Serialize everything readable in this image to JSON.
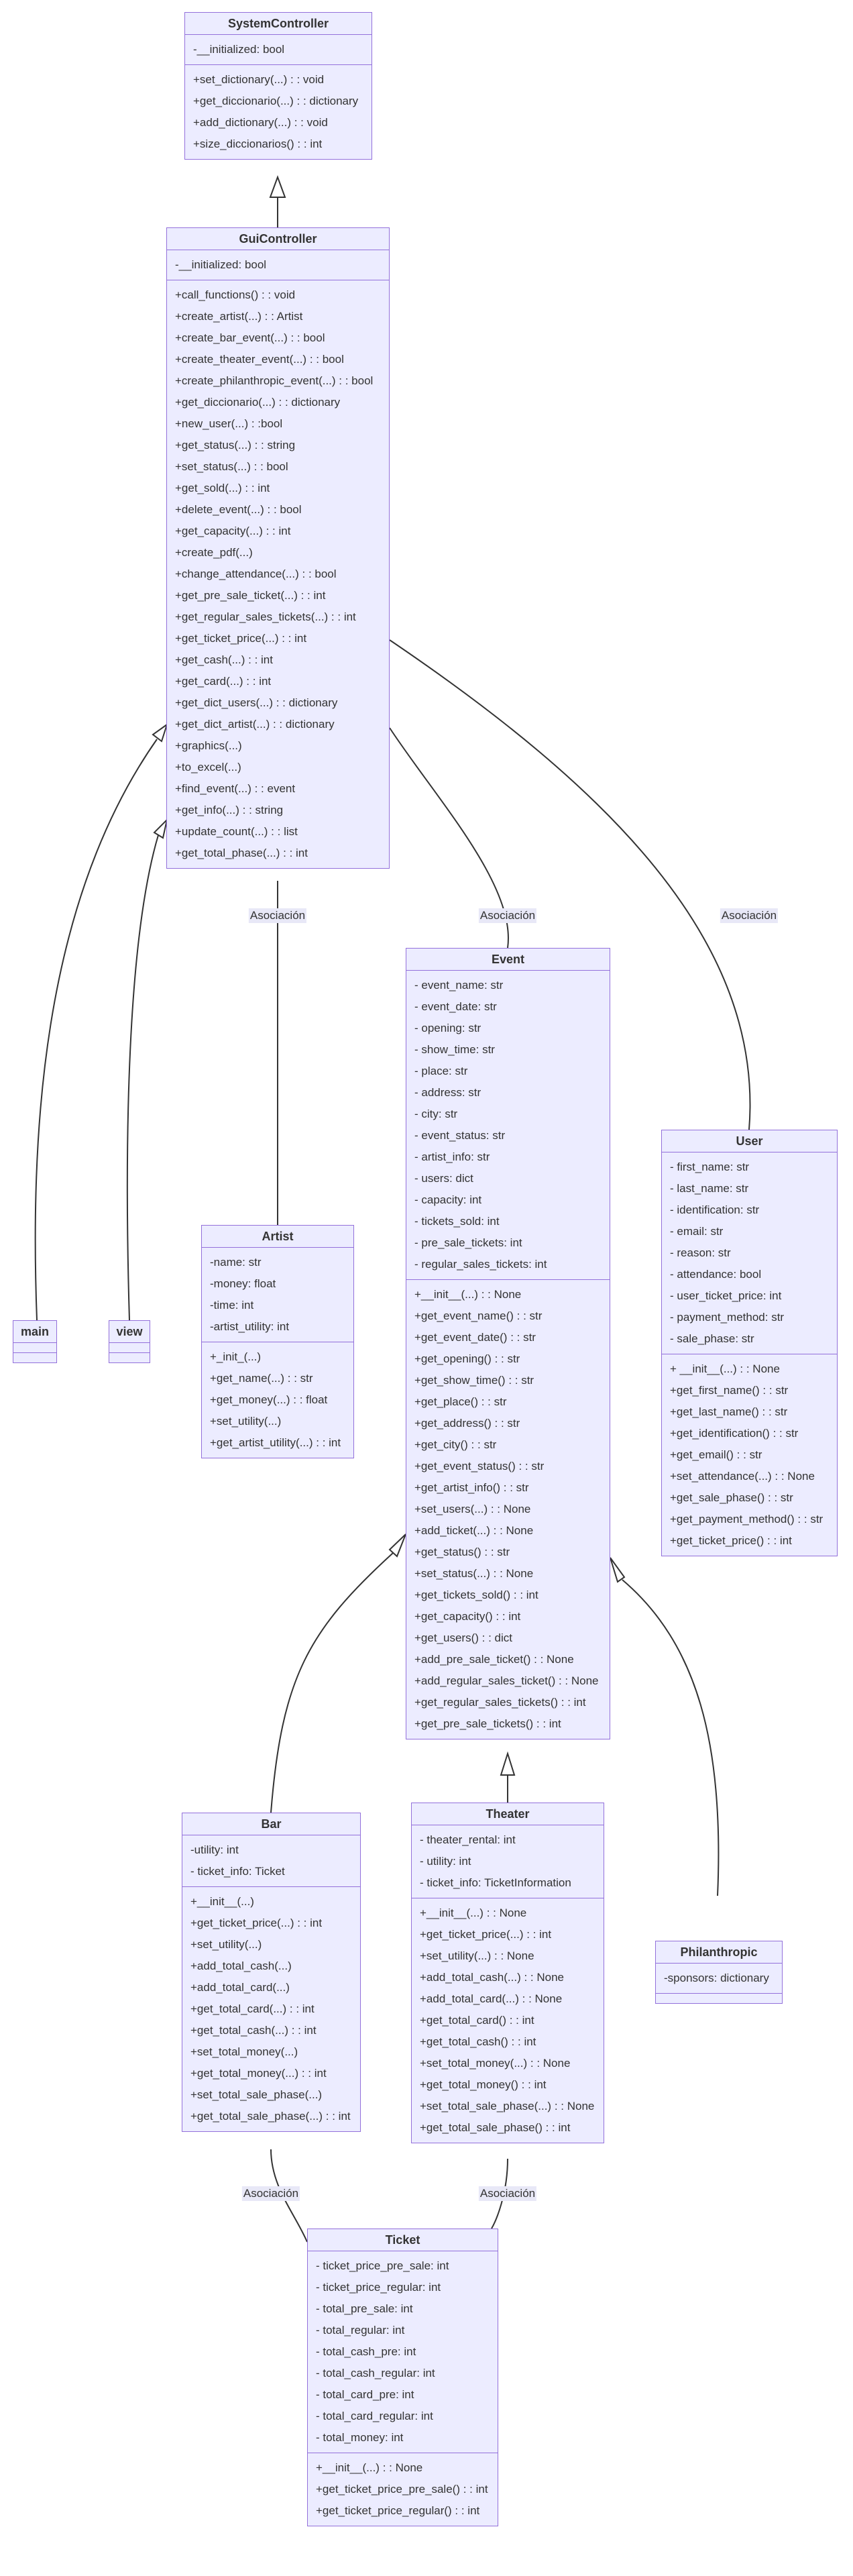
{
  "classes": {
    "system_controller": {
      "name": "SystemController",
      "attributes": [
        "-__initialized: bool"
      ],
      "methods": [
        "+set_dictionary(...) : : void",
        "+get_diccionario(...) : : dictionary",
        "+add_dictionary(...) : : void",
        "+size_diccionarios() : : int"
      ]
    },
    "gui_controller": {
      "name": "GuiController",
      "attributes": [
        "-__initialized: bool"
      ],
      "methods": [
        "+call_functions() : : void",
        "+create_artist(...) : : Artist",
        "+create_bar_event(...) : : bool",
        "+create_theater_event(...) : : bool",
        "+create_philanthropic_event(...) : : bool",
        "+get_diccionario(...) : : dictionary",
        "+new_user(...) : :bool",
        "+get_status(...) : : string",
        "+set_status(...) : : bool",
        "+get_sold(...) : : int",
        "+delete_event(...) : : bool",
        "+get_capacity(...) : : int",
        "+create_pdf(...)",
        "+change_attendance(...) : : bool",
        "+get_pre_sale_ticket(...) : : int",
        "+get_regular_sales_tickets(...) : : int",
        "+get_ticket_price(...) : : int",
        "+get_cash(...) : : int",
        "+get_card(...) : : int",
        "+get_dict_users(...) : : dictionary",
        "+get_dict_artist(...) : : dictionary",
        "+graphics(...)",
        "+to_excel(...)",
        "+find_event(...) : : event",
        "+get_info(...) : : string",
        "+update_count(...) : : list",
        "+get_total_phase(...) : : int"
      ]
    },
    "event": {
      "name": "Event",
      "attributes": [
        "- event_name: str",
        "- event_date: str",
        "- opening: str",
        "- show_time: str",
        "- place: str",
        "- address: str",
        "- city: str",
        "- event_status: str",
        "- artist_info: str",
        "- users: dict",
        "- capacity: int",
        "- tickets_sold: int",
        "- pre_sale_tickets: int",
        "- regular_sales_tickets: int"
      ],
      "methods": [
        "+__init__(...) : : None",
        "+get_event_name() : : str",
        "+get_event_date() : : str",
        "+get_opening() : : str",
        "+get_show_time() : : str",
        "+get_place() : : str",
        "+get_address() : : str",
        "+get_city() : : str",
        "+get_event_status() : : str",
        "+get_artist_info() : : str",
        "+set_users(...) : : None",
        "+add_ticket(...) : : None",
        "+get_status() : : str",
        "+set_status(...) : : None",
        "+get_tickets_sold() : : int",
        "+get_capacity() : : int",
        "+get_users() : : dict",
        "+add_pre_sale_ticket() : : None",
        "+add_regular_sales_ticket() : : None",
        "+get_regular_sales_tickets() : : int",
        "+get_pre_sale_tickets() : : int"
      ]
    },
    "user": {
      "name": "User",
      "attributes": [
        "- first_name: str",
        "- last_name: str",
        "- identification: str",
        "- email: str",
        "- reason: str",
        "- attendance: bool",
        "- user_ticket_price: int",
        "- payment_method: str",
        "- sale_phase: str"
      ],
      "methods": [
        "+ __init__(...) : : None",
        "+get_first_name() : : str",
        "+get_last_name() : : str",
        "+get_identification() : : str",
        "+get_email() : : str",
        "+set_attendance(...) : : None",
        "+get_sale_phase() : : str",
        "+get_payment_method() : : str",
        "+get_ticket_price() : : int"
      ]
    },
    "artist": {
      "name": "Artist",
      "attributes": [
        "-name: str",
        "-money: float",
        "-time: int",
        "-artist_utility: int"
      ],
      "methods": [
        "+_init_(...)",
        "+get_name(...) : : str",
        "+get_money(...) : : float",
        "+set_utility(...)",
        "+get_artist_utility(...) : : int"
      ]
    },
    "main": {
      "name": "main"
    },
    "view": {
      "name": "view"
    },
    "bar": {
      "name": "Bar",
      "attributes": [
        "-utility: int",
        "- ticket_info: Ticket"
      ],
      "methods": [
        "+__init__(...)",
        "+get_ticket_price(...) : : int",
        "+set_utility(...)",
        "+add_total_cash(...)",
        "+add_total_card(...)",
        "+get_total_card(...) : : int",
        "+get_total_cash(...) : : int",
        "+set_total_money(...)",
        "+get_total_money(...) : : int",
        "+set_total_sale_phase(...)",
        "+get_total_sale_phase(...) : : int"
      ]
    },
    "theater": {
      "name": "Theater",
      "attributes": [
        "- theater_rental: int",
        "- utility: int",
        "- ticket_info: TicketInformation"
      ],
      "methods": [
        "+__init__(...) : : None",
        "+get_ticket_price(...) : : int",
        "+set_utility(...) : : None",
        "+add_total_cash(...) : : None",
        "+add_total_card(...) : : None",
        "+get_total_card() : : int",
        "+get_total_cash() : : int",
        "+set_total_money(...) : : None",
        "+get_total_money() : : int",
        "+set_total_sale_phase(...) : : None",
        "+get_total_sale_phase() : : int"
      ]
    },
    "philanthropic": {
      "name": "Philanthropic",
      "attributes": [
        "-sponsors: dictionary"
      ]
    },
    "ticket": {
      "name": "Ticket",
      "attributes": [
        "- ticket_price_pre_sale: int",
        "- ticket_price_regular: int",
        "- total_pre_sale: int",
        "- total_regular: int",
        "- total_cash_pre: int",
        "- total_cash_regular: int",
        "- total_card_pre: int",
        "- total_card_regular: int",
        "- total_money: int"
      ],
      "methods": [
        "+__init__(...) : : None",
        "+get_ticket_price_pre_sale() : : int",
        "+get_ticket_price_regular() : : int"
      ]
    }
  },
  "relations": {
    "label": "Asociación"
  }
}
